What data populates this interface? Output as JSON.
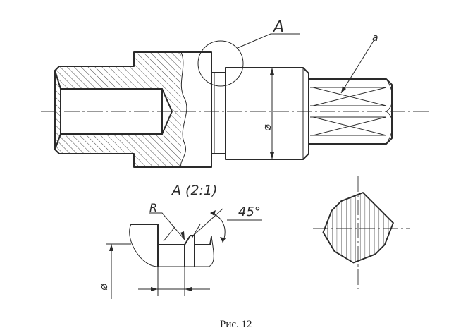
{
  "figure": {
    "caption": "Рис. 12",
    "detail_label": "A",
    "detail_view_title": "A (2:1)",
    "radius_label": "R",
    "angle_label": "45°",
    "diameter_symbol": "⌀",
    "flat_label": "a"
  }
}
